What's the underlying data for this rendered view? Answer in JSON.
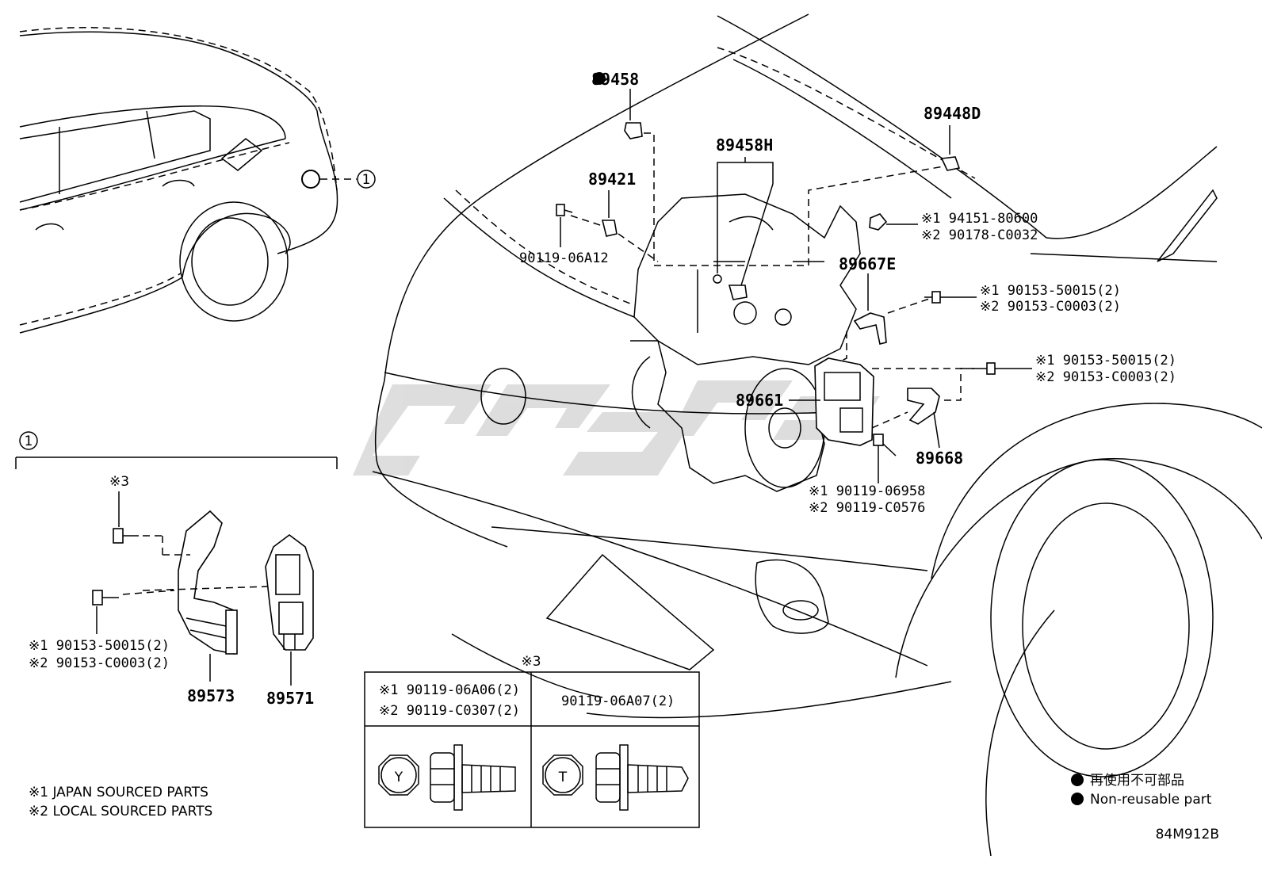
{
  "callout": {
    "symbol": "1"
  },
  "inset": {
    "symbol": "1"
  },
  "parts": {
    "p89458": "89458",
    "p89458H": "89458H",
    "p89448D": "89448D",
    "p89421": "89421",
    "p90119_06A12": "90119-06A12",
    "p89667E": "89667E",
    "p89661": "89661",
    "p89668": "89668",
    "p89573": "89573",
    "p89571": "89571",
    "clip1": "※1 94151-80600",
    "clip2": "※2 90178-C0032",
    "boltA1": "※1 90153-50015(2)",
    "boltA2": "※2 90153-C0003(2)",
    "boltB1": "※1 90153-50015(2)",
    "boltB2": "※2 90153-C0003(2)",
    "boltC1": "※1 90119-06958",
    "boltC2": "※2 90119-C0576",
    "boltD1": "※1 90153-50015(2)",
    "boltD2": "※2 90153-C0003(2)",
    "mark3": "※3"
  },
  "table": {
    "header": "※3",
    "col1_line1": "※1 90119-06A06(2)",
    "col1_line2": "※2 90119-C0307(2)",
    "col2": "90119-06A07(2)",
    "head1_letter": "Y",
    "head2_letter": "T"
  },
  "notes": {
    "n1": "※1 JAPAN SOURCED PARTS",
    "n2": "※2 LOCAL SOURCED PARTS"
  },
  "legend": {
    "jp": "再使用不可部品",
    "en": "Non-reusable part"
  },
  "diagram_code": "84M912B"
}
